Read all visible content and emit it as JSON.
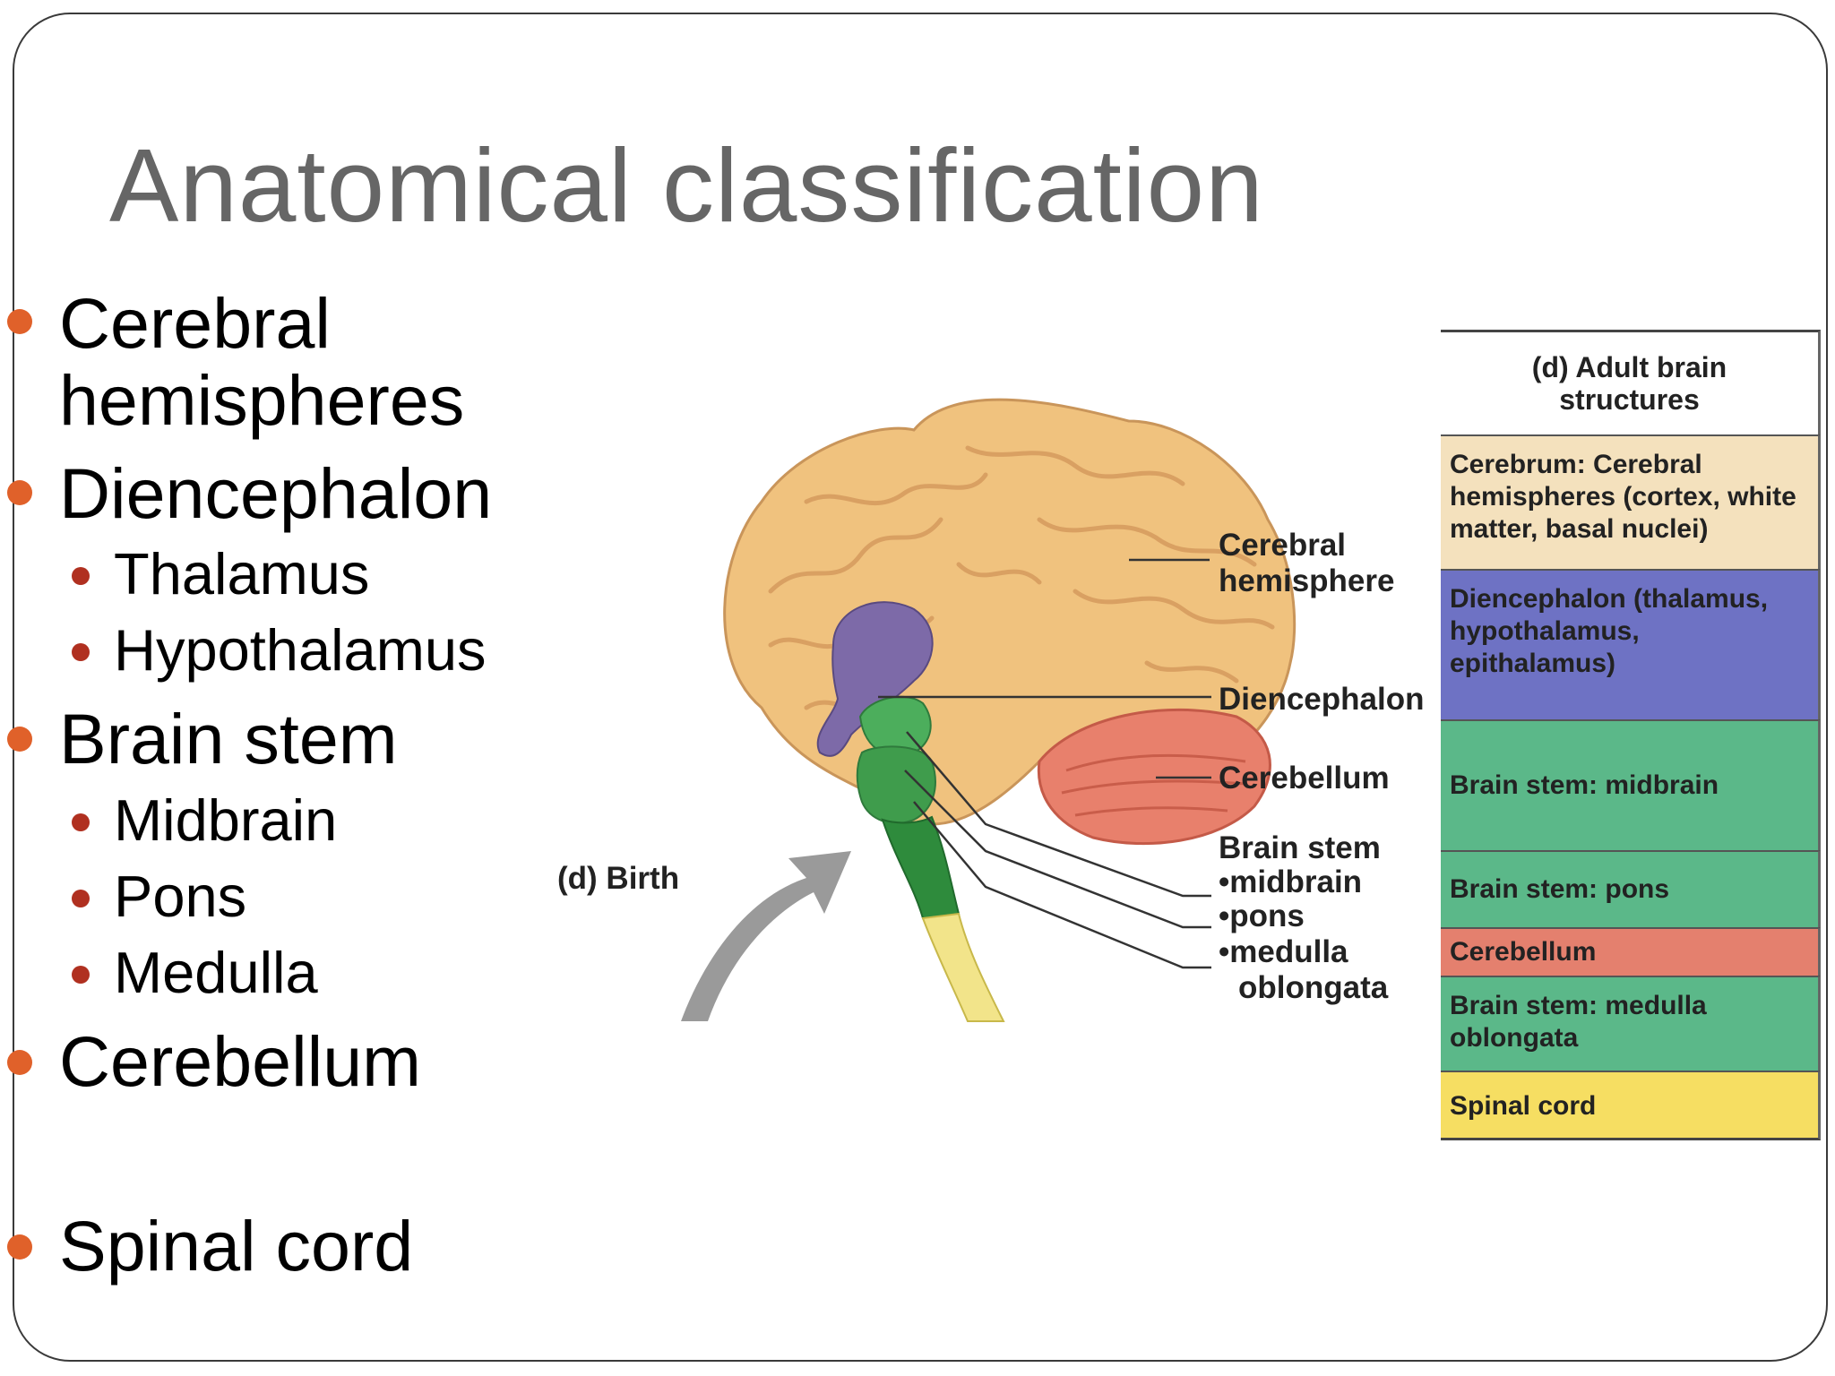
{
  "slide": {
    "title": "Anatomical classification",
    "bullets": [
      {
        "level": 1,
        "text": "Cerebral hemispheres",
        "lines": [
          "Cerebral",
          "hemispheres"
        ]
      },
      {
        "level": 1,
        "text": "Diencephalon"
      },
      {
        "level": 2,
        "text": "Thalamus"
      },
      {
        "level": 2,
        "text": "Hypothalamus"
      },
      {
        "level": 1,
        "text": "Brain stem"
      },
      {
        "level": 2,
        "text": "Midbrain"
      },
      {
        "level": 2,
        "text": "Pons"
      },
      {
        "level": 2,
        "text": "Medulla"
      },
      {
        "level": 1,
        "text": "Cerebellum"
      },
      {
        "level": 1,
        "text": "Spinal cord"
      }
    ]
  },
  "figure": {
    "birth_label": "(d) Birth",
    "labels": {
      "cerebral_hemisphere": [
        "Cerebral",
        "hemisphere"
      ],
      "diencephalon": "Diencephalon",
      "cerebellum": "Cerebellum",
      "brain_stem": "Brain stem",
      "midbrain": "•midbrain",
      "pons": "•pons",
      "medulla": "•medulla",
      "oblongata": "oblongata"
    },
    "colors": {
      "cerebrum": "#f0c27e",
      "diencephalon": "#7d6aa8",
      "midbrain": "#4cae5c",
      "pons": "#3f9c4c",
      "medulla": "#2e8b3c",
      "cerebellum": "#e8806c",
      "spinal_cord": "#f2e48a",
      "arrow": "#9a9a9a"
    }
  },
  "structures_table": {
    "header": [
      "(d) Adult brain",
      "structures"
    ],
    "rows": [
      {
        "text": "Cerebrum: Cerebral hemispheres (cortex, white matter, basal nuclei)",
        "color": "#f4e1bd"
      },
      {
        "text": "Diencephalon (thalamus, hypothalamus, epithalamus)",
        "color": "#6e72c4"
      },
      {
        "text": "Brain stem: midbrain",
        "color": "#5bb889"
      },
      {
        "text": "Brain stem: pons",
        "color": "#5bb889"
      },
      {
        "text": "Cerebellum",
        "color": "#e4806e"
      },
      {
        "text": "Brain stem: medulla oblongata",
        "color": "#5bb889"
      },
      {
        "text": "Spinal cord",
        "color": "#f6de62"
      }
    ]
  }
}
